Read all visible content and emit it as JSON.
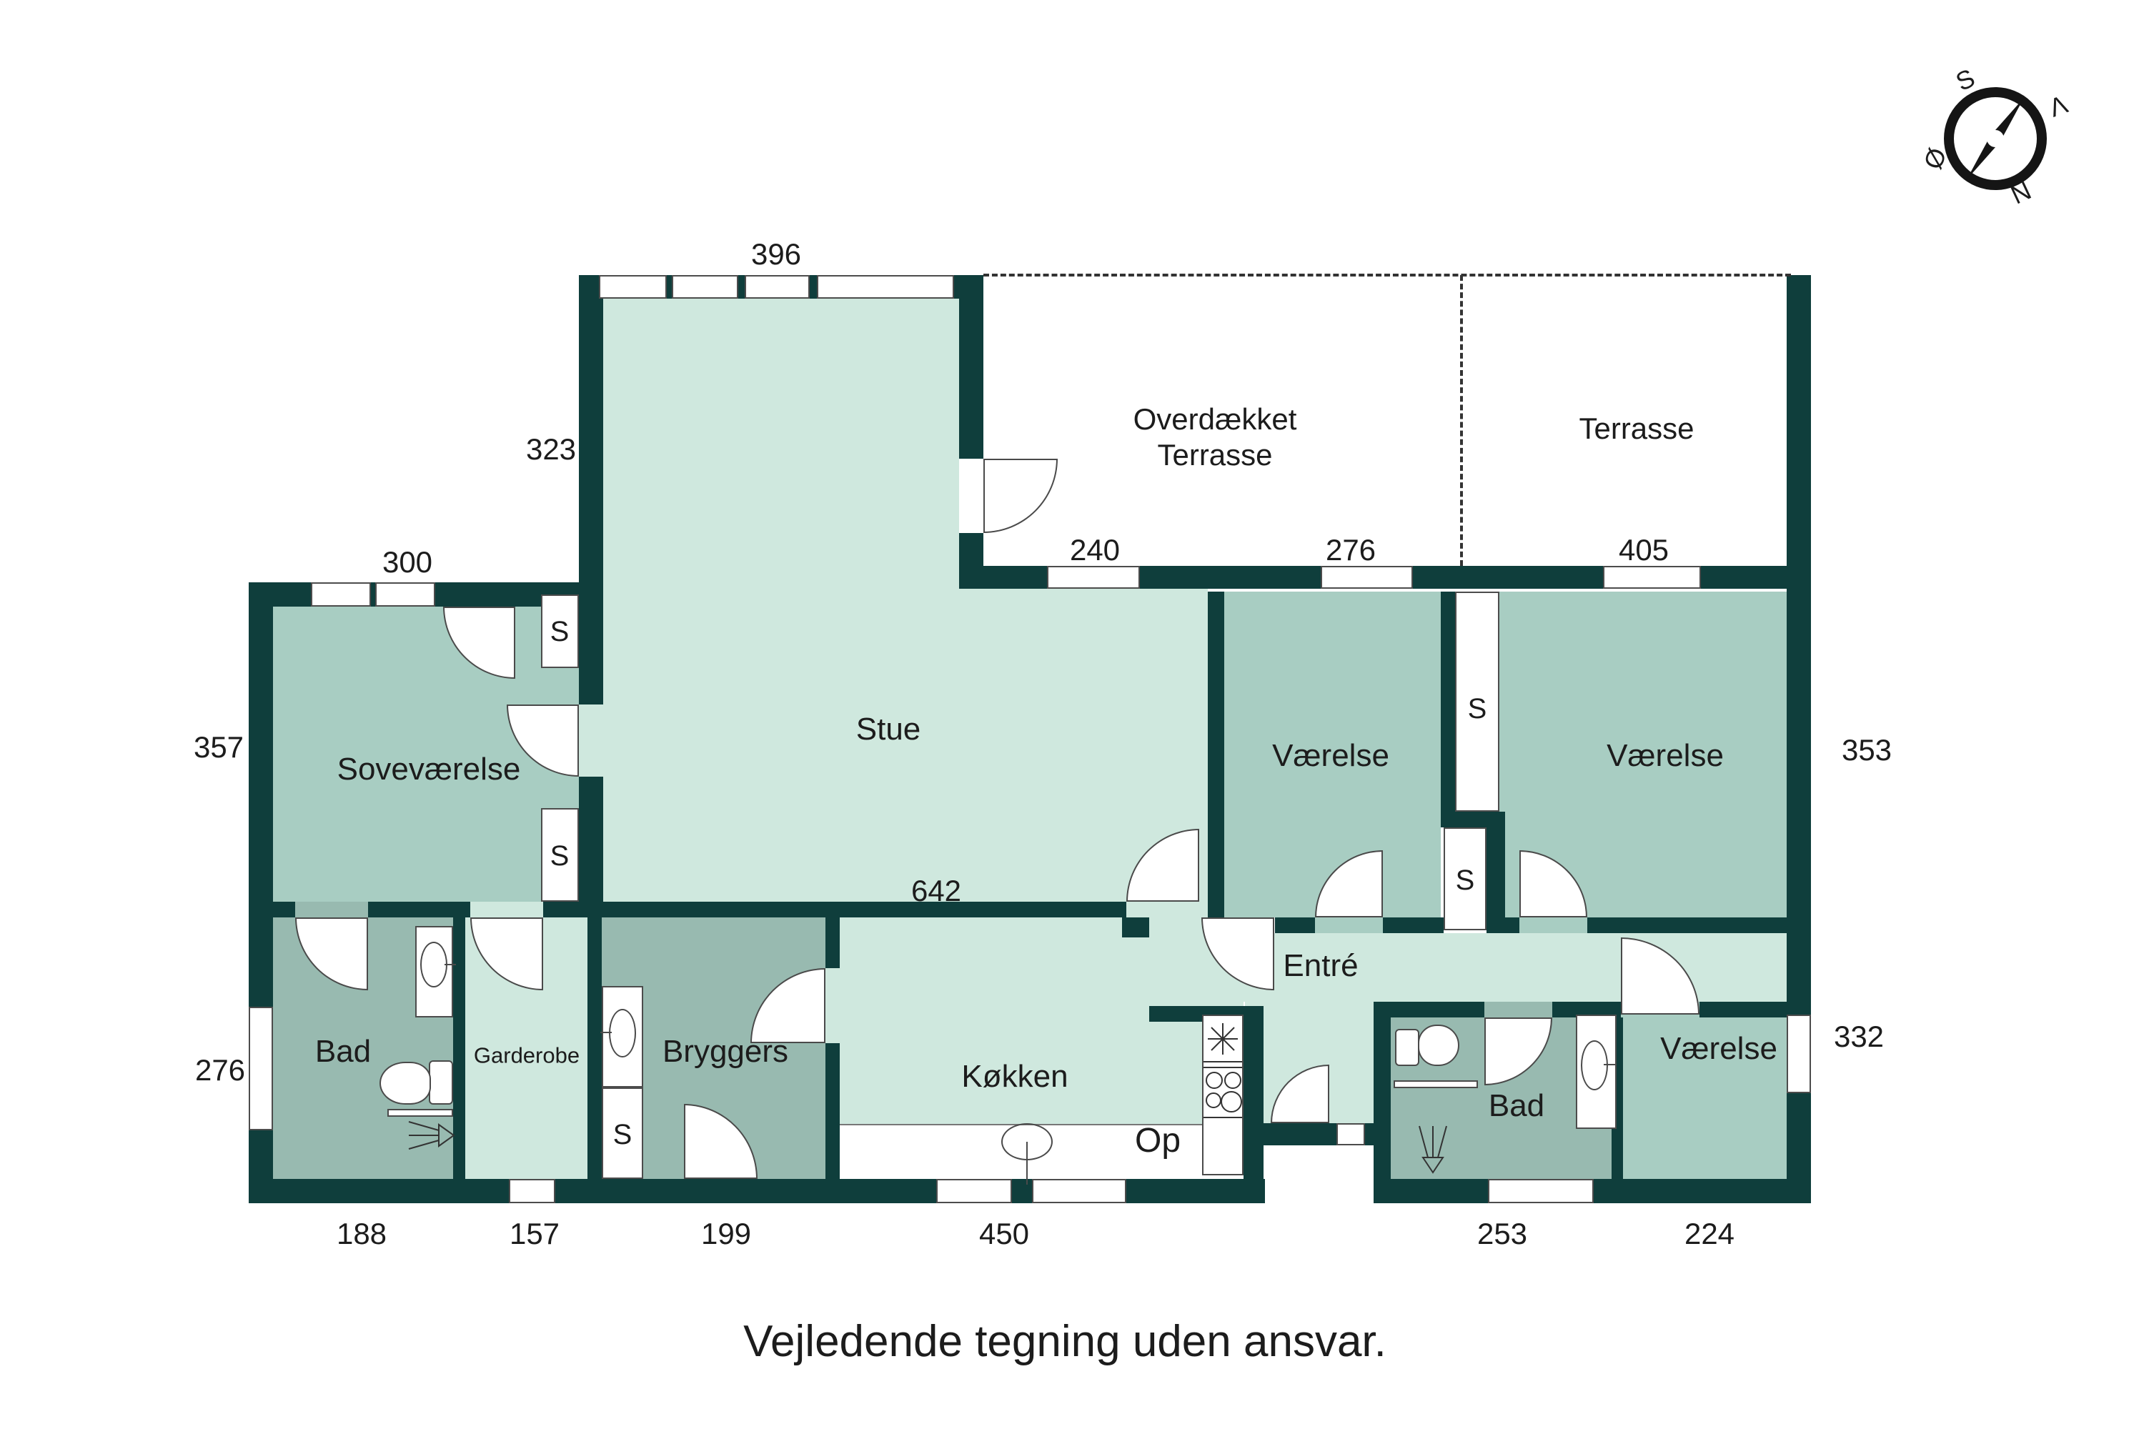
{
  "plan": {
    "rooms": {
      "stue": "Stue",
      "sovevaerelse": "Soveværelse",
      "bad": "Bad",
      "garderobe": "Garderobe",
      "bryggers": "Bryggers",
      "koekken": "Køkken",
      "entre": "Entré",
      "vaerelse": "Værelse",
      "terrasse_covered_line1": "Overdækket",
      "terrasse_covered_line2": "Terrasse",
      "terrasse": "Terrasse"
    },
    "closet_label": "S",
    "stairs_label": "Op",
    "dimensions": {
      "stue_top": "396",
      "stue_left": "323",
      "sove_top": "300",
      "sove_left": "357",
      "terrace_left": "240",
      "terrace_mid": "276",
      "terrace_right": "405",
      "vaerelse_right": "353",
      "stue_bottom": "642",
      "bad_left": "276",
      "vaerelse3_right": "332",
      "bottom_bad": "188",
      "bottom_garderobe": "157",
      "bottom_bryggers": "199",
      "bottom_koekken": "450",
      "bottom_bad_right": "253",
      "bottom_vaerelse": "224"
    },
    "compass": {
      "n": "N",
      "s": "S",
      "east": "Ø",
      "west": "V"
    },
    "disclaimer": "Vejledende tegning uden ansvar.",
    "colors": {
      "wall": "#0f3e3c",
      "room_light": "#cfe8de",
      "room_medium": "#a8cdc2",
      "room_dark": "#98bab0",
      "door_gap": "#b2d5ca"
    }
  }
}
